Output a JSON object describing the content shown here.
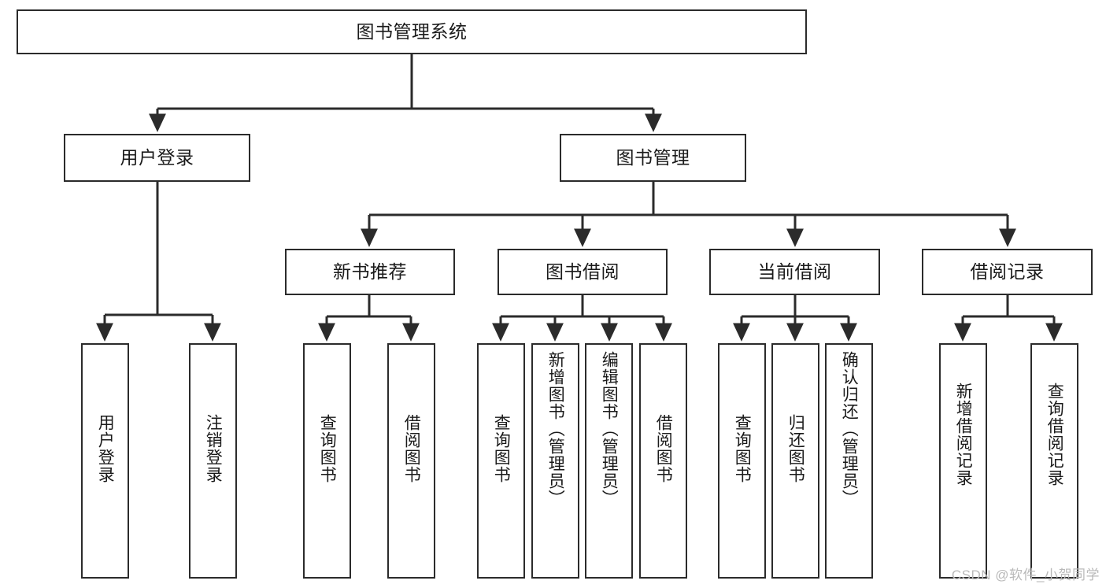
{
  "diagram": {
    "title": "图书管理系统",
    "type": "hierarchy-tree",
    "root": {
      "id": "root",
      "label": "图书管理系统",
      "orientation": "horizontal"
    },
    "level2": [
      {
        "id": "user-login",
        "label": "用户登录",
        "orientation": "horizontal"
      },
      {
        "id": "book-manage",
        "label": "图书管理",
        "orientation": "horizontal"
      }
    ],
    "level3": [
      {
        "id": "new-book-rec",
        "label": "新书推荐",
        "orientation": "horizontal"
      },
      {
        "id": "book-borrow",
        "label": "图书借阅",
        "orientation": "horizontal"
      },
      {
        "id": "current-borrow",
        "label": "当前借阅",
        "orientation": "horizontal"
      },
      {
        "id": "borrow-record",
        "label": "借阅记录",
        "orientation": "horizontal"
      }
    ],
    "leaves": [
      {
        "id": "leaf-user-login",
        "label": "用户登录",
        "parent": "user-login"
      },
      {
        "id": "leaf-logout",
        "label": "注销登录",
        "parent": "user-login"
      },
      {
        "id": "leaf-query-book-1",
        "label": "查询图书",
        "parent": "new-book-rec"
      },
      {
        "id": "leaf-borrow-book-1",
        "label": "借阅图书",
        "parent": "new-book-rec"
      },
      {
        "id": "leaf-query-book-2",
        "label": "查询图书",
        "parent": "book-borrow"
      },
      {
        "id": "leaf-add-book",
        "label": "新增图书（管理员）",
        "parent": "book-borrow"
      },
      {
        "id": "leaf-edit-book",
        "label": "编辑图书（管理员）",
        "parent": "book-borrow"
      },
      {
        "id": "leaf-borrow-book-2",
        "label": "借阅图书",
        "parent": "book-borrow"
      },
      {
        "id": "leaf-query-book-3",
        "label": "查询图书",
        "parent": "current-borrow"
      },
      {
        "id": "leaf-return-book",
        "label": "归还图书",
        "parent": "current-borrow"
      },
      {
        "id": "leaf-confirm-return",
        "label": "确认归还（管理员）",
        "parent": "current-borrow"
      },
      {
        "id": "leaf-add-record",
        "label": "新增借阅记录",
        "parent": "borrow-record"
      },
      {
        "id": "leaf-query-record",
        "label": "查询借阅记录",
        "parent": "borrow-record"
      }
    ],
    "colors": {
      "stroke": "#2b2b2b",
      "fill": "#ffffff",
      "text": "#1a1a1a",
      "watermark": "#b9b9b9"
    }
  },
  "watermark": {
    "text": "CSDN @软件_小贺同学"
  }
}
